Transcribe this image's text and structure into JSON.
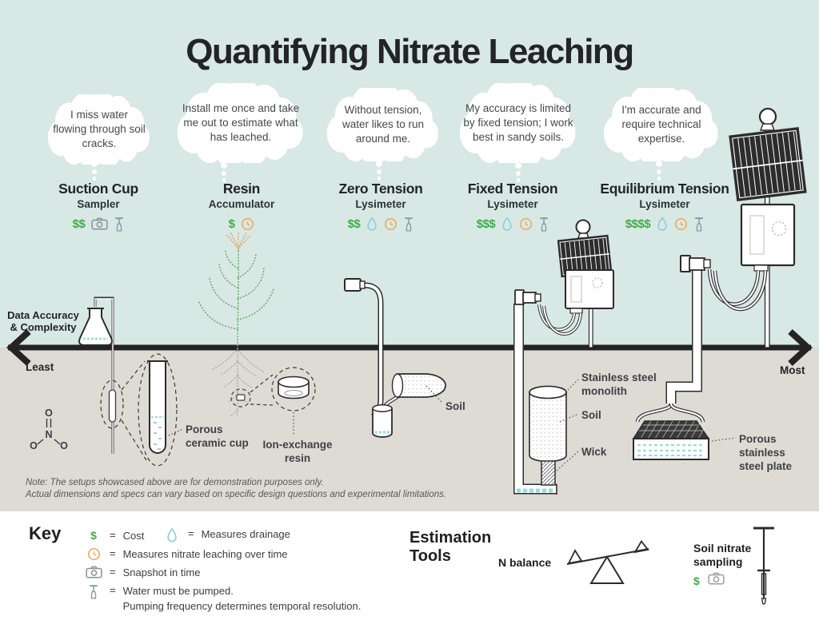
{
  "title": "Quantifying Nitrate Leaching",
  "colors": {
    "sky": "#d8e8e4",
    "ground": "#dedad4",
    "cost_green": "#3fae49",
    "drainage_blue": "#8fd0da",
    "time_amber": "#e8ab58",
    "pump_slate": "#7e98a6",
    "line_dark": "#2b2b2b",
    "water_cyan": "#9adbe0"
  },
  "axis": {
    "label": "Data Accuracy\n& Complexity",
    "least": "Least",
    "most": "Most"
  },
  "methods": [
    {
      "bubble": "I miss water flowing through soil cracks.",
      "name": "Suction Cup",
      "subtitle": "Sampler",
      "cost": "$$"
    },
    {
      "bubble": "Install me once and take me out to estimate what has leached.",
      "name": "Resin",
      "subtitle": "Accumulator",
      "cost": "$"
    },
    {
      "bubble": "Without tension, water likes to run around me.",
      "name": "Zero Tension",
      "subtitle": "Lysimeter",
      "cost": "$$"
    },
    {
      "bubble": "My accuracy is limited by fixed tension; I work best in sandy soils.",
      "name": "Fixed Tension",
      "subtitle": "Lysimeter",
      "cost": "$$$"
    },
    {
      "bubble": "I'm accurate and require technical expertise.",
      "name": "Equilibrium Tension",
      "subtitle": "Lysimeter",
      "cost": "$$$$"
    }
  ],
  "diagram_labels": {
    "porous_ceramic_cup": "Porous\nceramic cup",
    "ion_exchange_resin": "Ion-exchange\nresin",
    "soil_zero": "Soil",
    "stainless_monolith": "Stainless steel\nmonolith",
    "soil_fixed": "Soil",
    "wick": "Wick",
    "porous_plate": "Porous stainless\nsteel plate",
    "molecule": {
      "n": "N",
      "o_top": "O",
      "o_left": "O",
      "o_right": "O"
    }
  },
  "note": "Note: The setups showcased above are for demonstration purposes only.\nActual dimensions and specs can vary based on specific design questions and experimental limitations.",
  "key": {
    "heading": "Key",
    "equals": "=",
    "cost_symbol": "$",
    "cost_label": "Cost",
    "drainage_label": "Measures drainage",
    "time_label": "Measures nitrate leaching over time",
    "snapshot_label": "Snapshot in time",
    "pump_label": "Water must be pumped.\nPumping frequency determines temporal resolution."
  },
  "estimation": {
    "heading": "Estimation\nTools",
    "n_balance_label": "N balance",
    "soil_sampling_label": "Soil nitrate\nsampling",
    "cost_symbol": "$"
  }
}
